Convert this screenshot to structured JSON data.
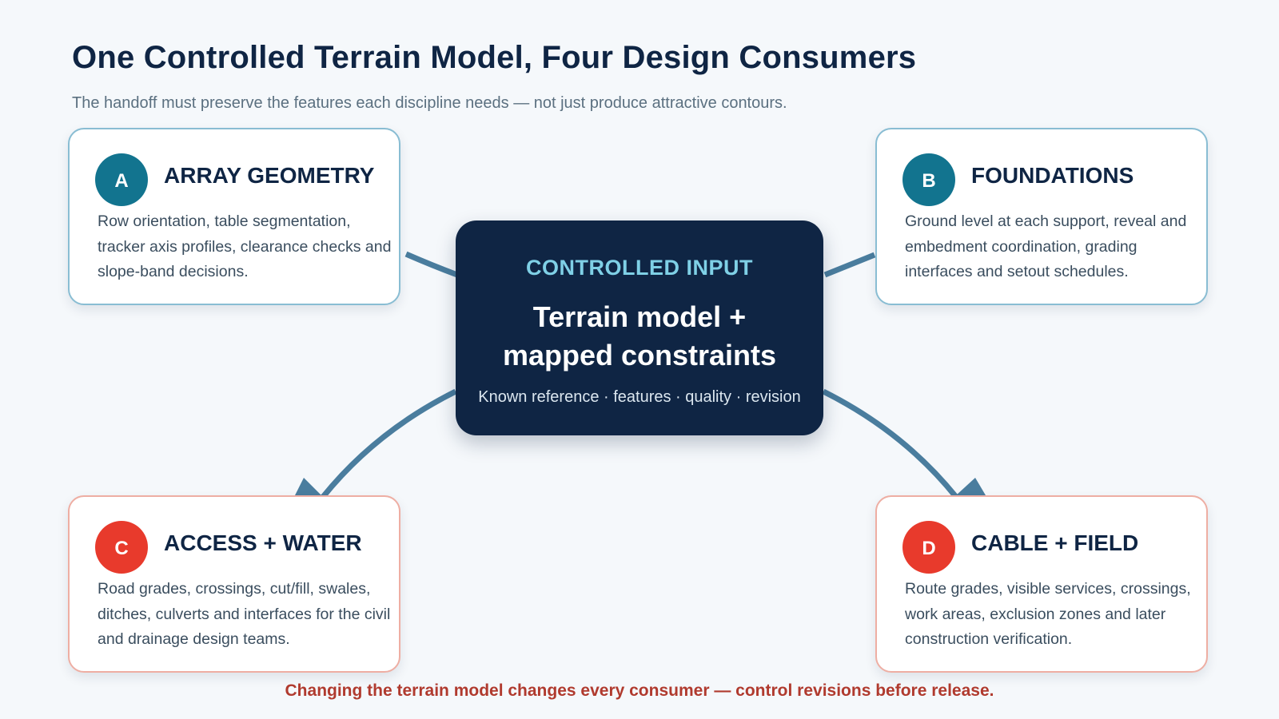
{
  "header": {
    "title": "One Controlled Terrain Model, Four Design Consumers",
    "subtitle": "The handoff must preserve the features each discipline needs — not just produce attractive contours."
  },
  "center": {
    "eyebrow": "CONTROLLED INPUT",
    "heading_line1": "Terrain model +",
    "heading_line2": "mapped constraints",
    "meta": "Known reference · features · quality · revision"
  },
  "cards": [
    {
      "badge": "A",
      "title": "ARRAY GEOMETRY",
      "body": "Row orientation, table segmentation, tracker axis profiles, clearance checks and slope-band decisions."
    },
    {
      "badge": "B",
      "title": "FOUNDATIONS",
      "body": "Ground level at each support, reveal and embedment coordination, grading interfaces and setout schedules."
    },
    {
      "badge": "C",
      "title": "ACCESS + WATER",
      "body": "Road grades, crossings, cut/fill, swales, ditches, culverts and interfaces for the civil and drainage design teams."
    },
    {
      "badge": "D",
      "title": "CABLE + FIELD",
      "body": "Route grades, visible services, crossings, work areas, exclusion zones and later construction verification."
    }
  ],
  "footer": {
    "note": "Changing the terrain model changes every consumer — control revisions before release."
  },
  "colors": {
    "navy": "#0f2544",
    "teal_badge": "#12748f",
    "red_badge": "#e83a2c",
    "connector": "#4a7d9e",
    "footer_red": "#b03a2e",
    "eyebrow_cyan": "#7fd0e6"
  }
}
